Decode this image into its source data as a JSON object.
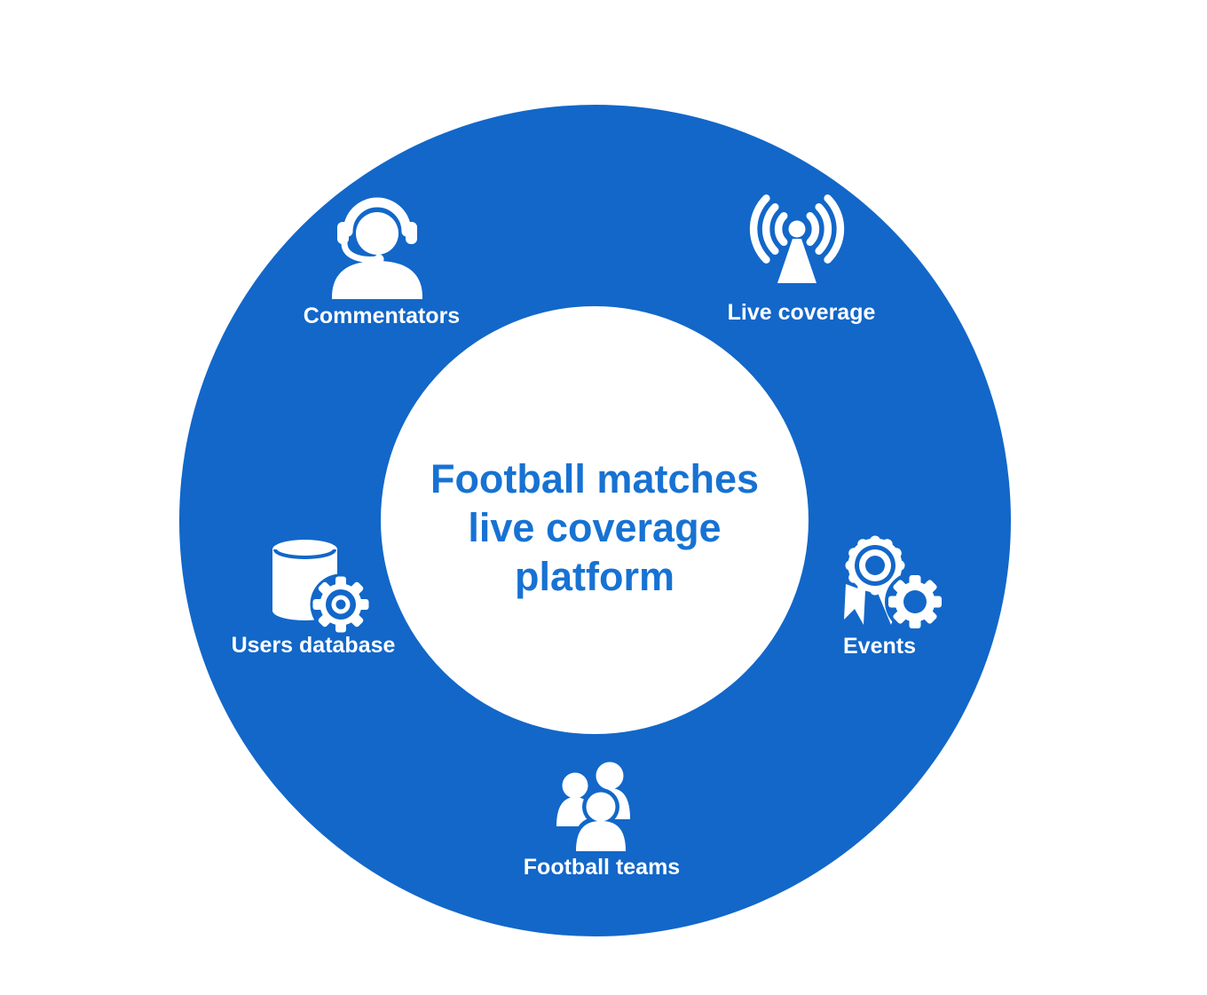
{
  "center": {
    "title_lines": [
      "Football matches",
      "live coverage",
      "platform"
    ]
  },
  "nodes": [
    {
      "id": "commentators",
      "label": "Commentators",
      "icon": "commentator-headset-icon"
    },
    {
      "id": "live-coverage",
      "label": "Live coverage",
      "icon": "broadcast-antenna-icon"
    },
    {
      "id": "events",
      "label": "Events",
      "icon": "award-ribbon-gear-icon"
    },
    {
      "id": "football-teams",
      "label": "Football teams",
      "icon": "people-group-icon"
    },
    {
      "id": "users-database",
      "label": "Users database",
      "icon": "database-gear-icon"
    }
  ],
  "colors": {
    "ring_blue": "#1267C9",
    "title_blue": "#1772D3",
    "label_white": "#FFFFFF",
    "background": "#FFFFFF"
  }
}
